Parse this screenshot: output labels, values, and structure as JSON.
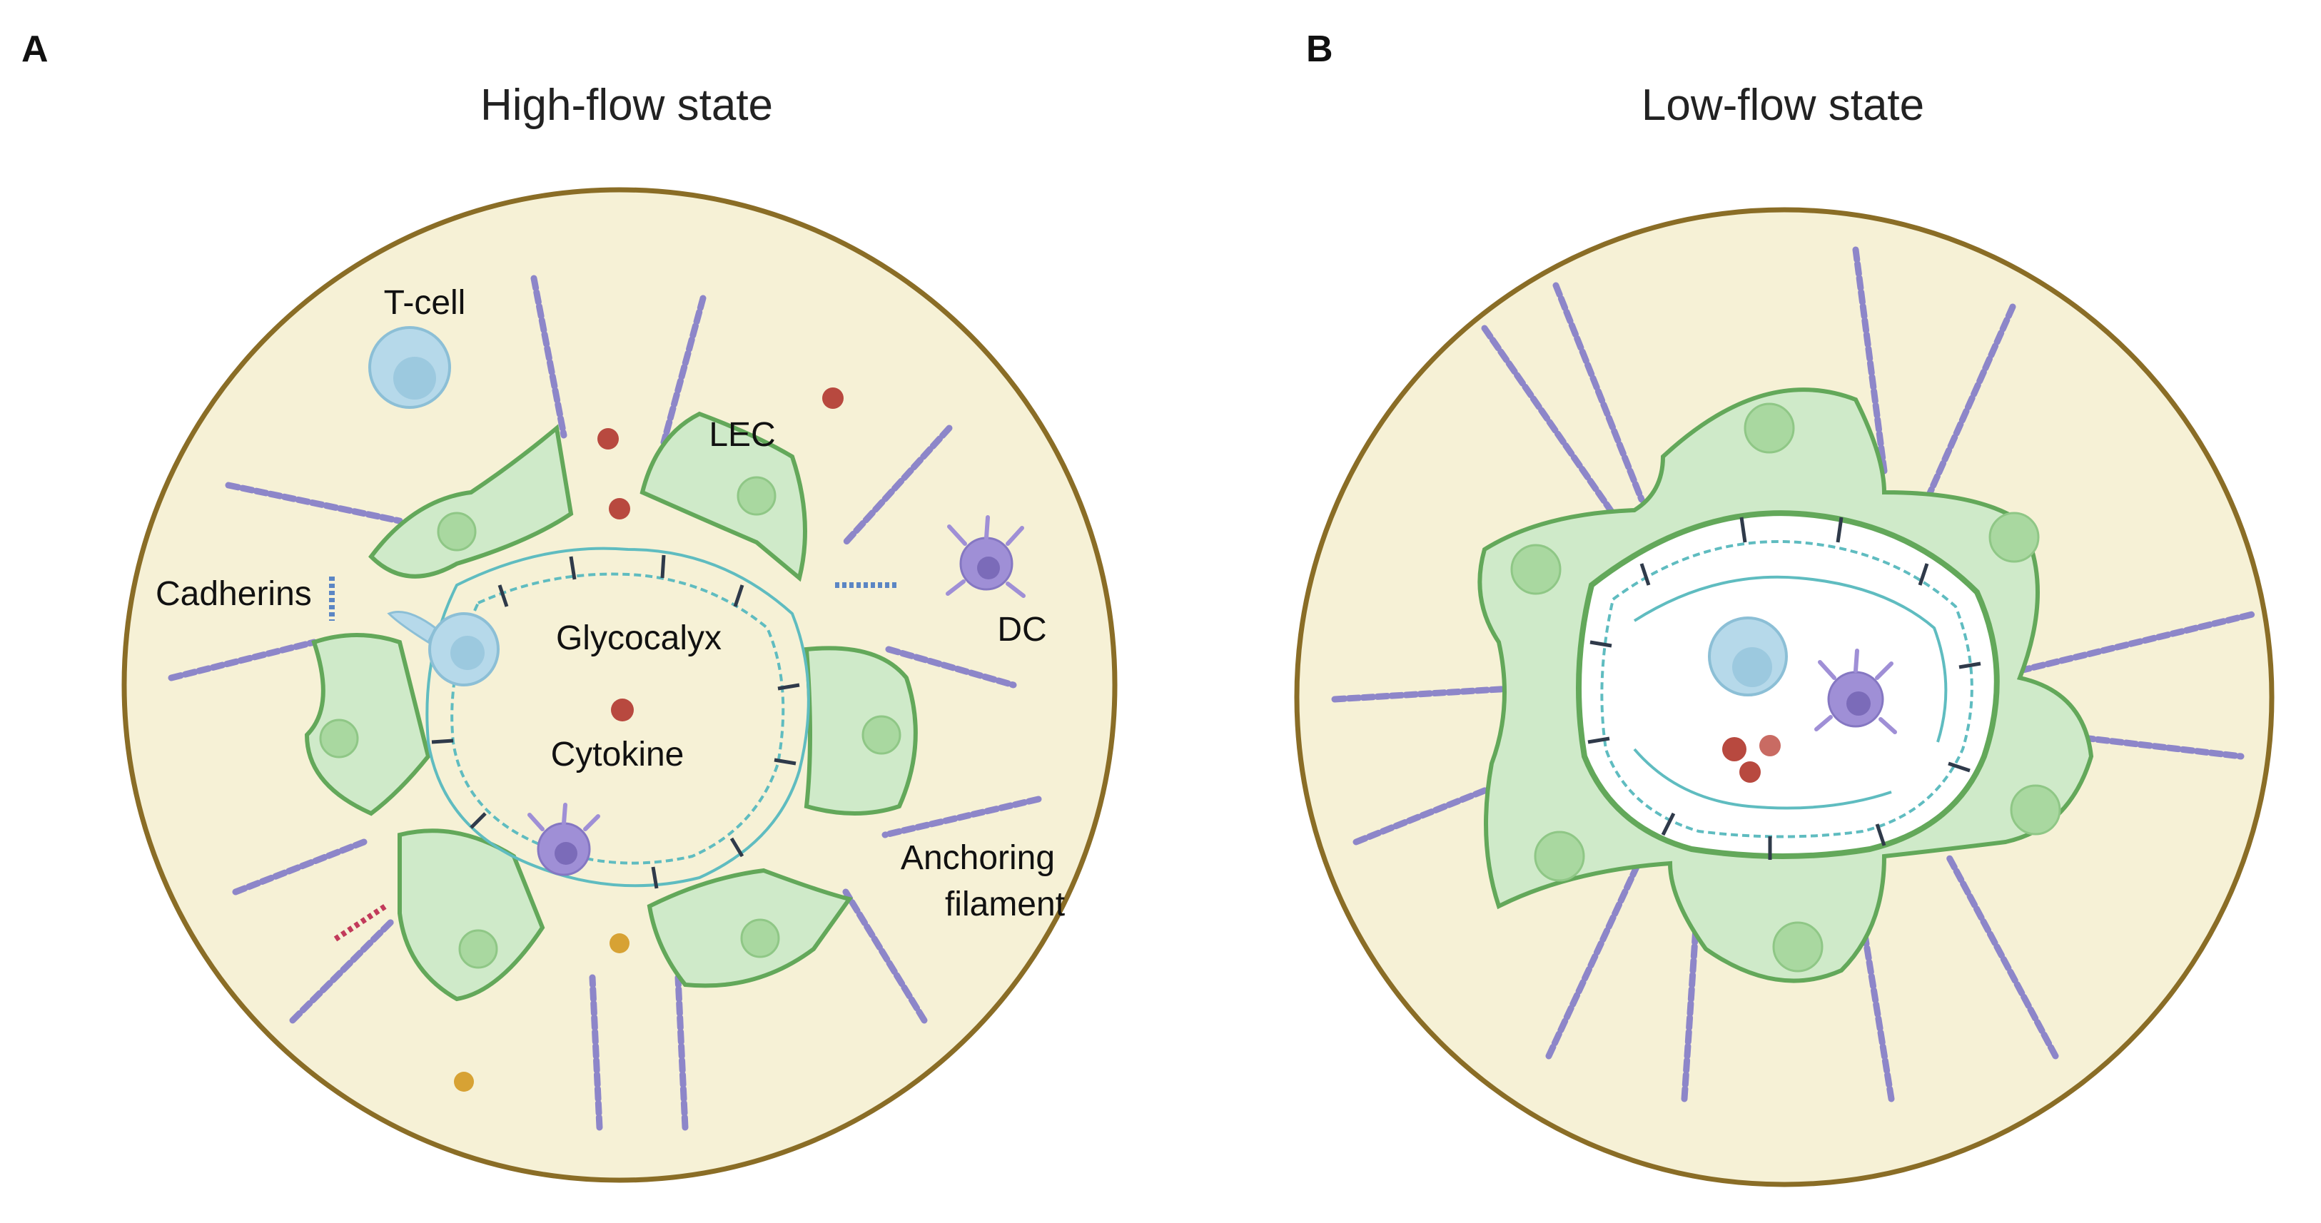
{
  "panels": [
    {
      "letter": "A",
      "title": "High-flow state",
      "labels": {
        "tcell": "T-cell",
        "lec": "LEC",
        "cadherins": "Cadherins",
        "dc": "DC",
        "glycocalyx": "Glycocalyx",
        "cytokine": "Cytokine",
        "anchoring_1": "Anchoring",
        "anchoring_2": "filament"
      }
    },
    {
      "letter": "B",
      "title": "Low-flow state"
    }
  ],
  "colors": {
    "background_disc": "#f6f1d6",
    "disc_outline": "#8a6d26",
    "lec_fill": "#cfeac9",
    "lec_outline": "#63a85a",
    "nucleus": "#a9d8a0",
    "glycocalyx": "#5fbcc0",
    "filament": "#8d86c9",
    "tcell": "#b6d9ea",
    "dc": "#9f8fd6",
    "cytokine": "#b8493f",
    "particle_orange": "#d7a234"
  }
}
